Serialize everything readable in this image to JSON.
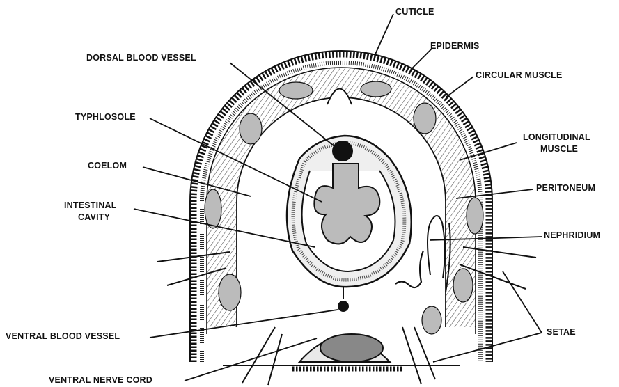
{
  "labels": {
    "cuticle": "CUTICLE",
    "epidermis": "EPIDERMIS",
    "dorsal_blood_vessel": "DORSAL BLOOD VESSEL",
    "circular_muscle": "CIRCULAR MUSCLE",
    "typhlosole": "TYPHLOSOLE",
    "longitudinal_muscle_1": "LONGITUDINAL",
    "longitudinal_muscle_2": "MUSCLE",
    "coelom": "COELOM",
    "peritoneum": "PERITONEUM",
    "intestinal_cavity_1": "INTESTINAL",
    "intestinal_cavity_2": "CAVITY",
    "nephridium": "NEPHRIDIUM",
    "setae": "SETAE",
    "ventral_blood_vessel": "VENTRAL BLOOD VESSEL",
    "ventral_nerve_cord": "VENTRAL NERVE CORD"
  },
  "colors": {
    "ink": "#111111",
    "paper": "#ffffff",
    "tissue": "#e9e9e9"
  }
}
